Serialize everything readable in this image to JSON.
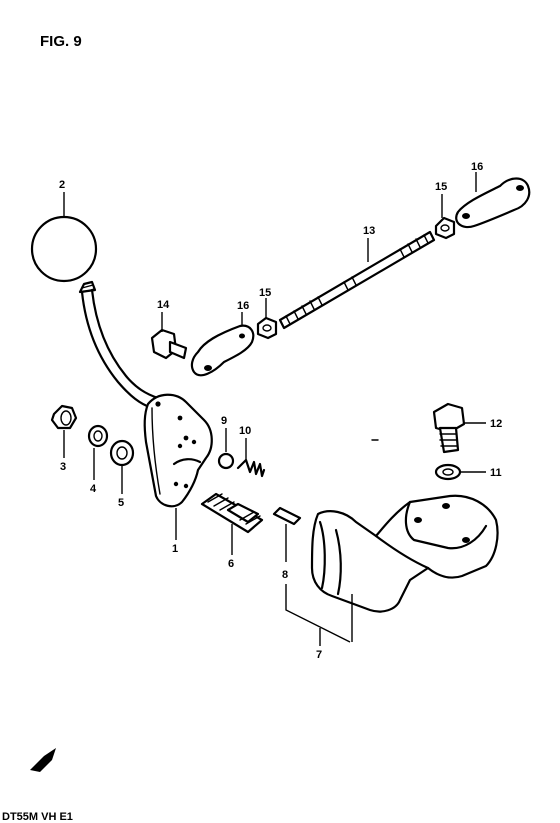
{
  "figure": {
    "title": "FIG. 9",
    "footer_code": "DT55M VH E1"
  },
  "callouts": {
    "c1": "1",
    "c2": "2",
    "c3": "3",
    "c4": "4",
    "c5": "5",
    "c6": "6",
    "c7": "7",
    "c8": "8",
    "c9": "9",
    "c10": "10",
    "c11": "11",
    "c12": "12",
    "c13": "13",
    "c14": "14",
    "c15a": "15",
    "c15b": "15",
    "c16a": "16",
    "c16b": "16"
  },
  "icons": {
    "direction_arrow": "front-arrow-icon"
  }
}
